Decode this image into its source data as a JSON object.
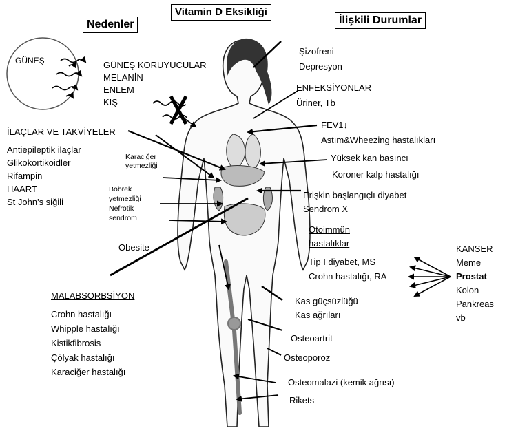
{
  "title": "Vitamin D Eksikliği",
  "headers": {
    "causes": "Nedenler",
    "related": "İlişkili Durumlar"
  },
  "causes": {
    "sun": "GÜNEŞ",
    "sun_factors": [
      "GÜNEŞ KORUYUCULAR",
      "MELANİN",
      "ENLEM",
      "KIŞ"
    ],
    "drugs_title": "İLAÇLAR VE TAKVİYELER",
    "drugs": [
      "Antiepileptik ilaçlar",
      "Glikokortikoidler",
      "Rifampin",
      "HAART",
      "St John's  siğili"
    ],
    "liver": [
      "Karaciğer",
      "yetmezliği"
    ],
    "kidney": [
      "Böbrek",
      "yetmezliği",
      "Nefrotik",
      "sendrom"
    ],
    "obesity": "Obesite",
    "malabsorption_title": "MALABSORBSİYON",
    "malabsorption": [
      "Crohn hastalığı",
      "Whipple hastalığı",
      "Kistikfibrosis",
      "Çölyak hastalığı",
      "Karaciğer hastalığı"
    ]
  },
  "related": {
    "psych": [
      "Şizofreni",
      "Depresyon"
    ],
    "infections_title": "ENFEKSİYONLAR",
    "infections": "Üriner, Tb",
    "fev": "FEV1↓",
    "asthma": "Astım&Wheezing hastalıkları",
    "bp": "Yüksek kan basıncı",
    "coronary": "Koroner kalp hastalığı",
    "diabetes": [
      "Erişkin başlangıçlı diyabet",
      "Sendrom X"
    ],
    "autoimmune_title": [
      "Otoimmün",
      "hastalıklar"
    ],
    "autoimmune": [
      "Tip I diyabet, MS",
      "Crohn hastalığı, RA"
    ],
    "cancer": [
      "KANSER",
      "Meme",
      "Prostat",
      "Kolon",
      "Pankreas",
      "vb"
    ],
    "muscle": [
      "Kas güçsüzlüğü",
      "Kas ağrıları"
    ],
    "osteoarthritis": "Osteoartrit",
    "osteoporosis": "Osteoporoz",
    "osteomalacia": "Osteomalazi (kemik ağrısı)",
    "rickets": "Rikets"
  }
}
